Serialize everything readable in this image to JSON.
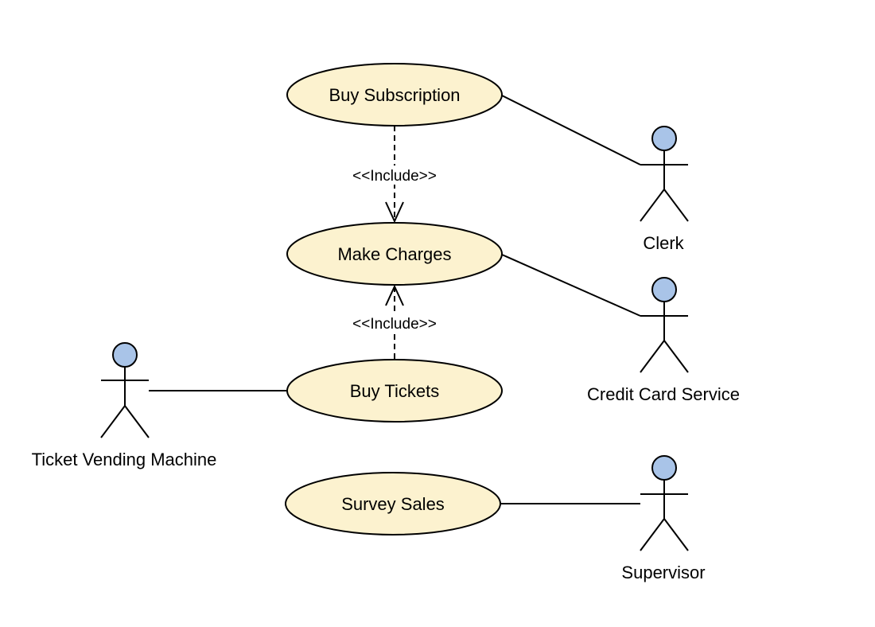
{
  "colors": {
    "use_case_fill": "#fcf2cf",
    "actor_head_fill": "#a9c4e8",
    "stroke": "#000000",
    "background": "#ffffff"
  },
  "use_cases": {
    "buy_subscription": "Buy Subscription",
    "make_charges": "Make Charges",
    "buy_tickets": "Buy Tickets",
    "survey_sales": "Survey Sales"
  },
  "actors": {
    "clerk": "Clerk",
    "credit_card_service": "Credit Card Service",
    "ticket_vending_machine": "Ticket Vending Machine",
    "supervisor": "Supervisor"
  },
  "relations": {
    "include_top": "<<Include>>",
    "include_bottom": "<<Include>>"
  }
}
